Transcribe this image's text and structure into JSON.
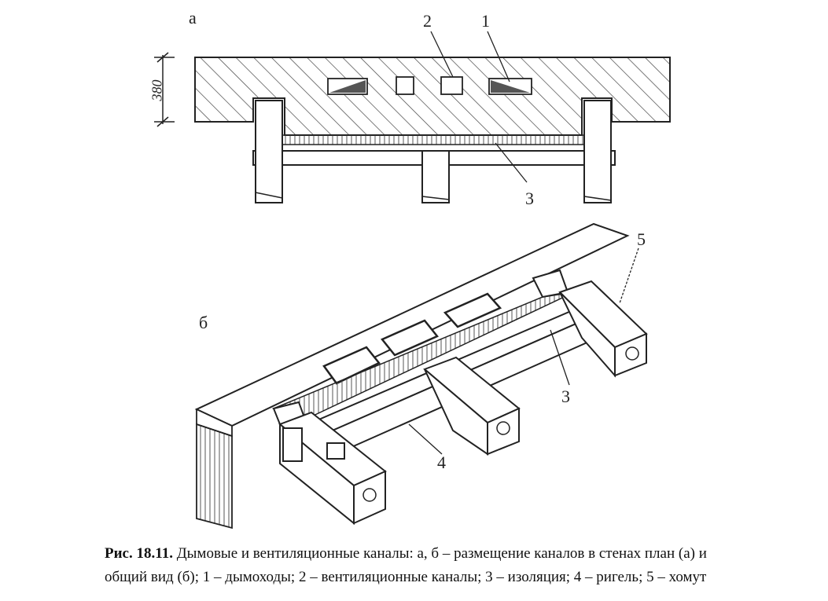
{
  "labels": {
    "part_a": "а",
    "part_b": "б",
    "dimension": "380",
    "callouts_a": [
      "2",
      "1",
      "3"
    ],
    "callouts_b": [
      "5",
      "3",
      "4"
    ]
  },
  "caption": {
    "title": "Рис. 18.11.",
    "line1": " Дымовые и вентиляционные каналы: а, б – размещение каналов в стенах план (а) и",
    "line2": "общий вид (б); 1 –  дымоходы; 2  – вентиляционные каналы; 3 – изоляция; 4 – ригель; 5 – хомут"
  }
}
